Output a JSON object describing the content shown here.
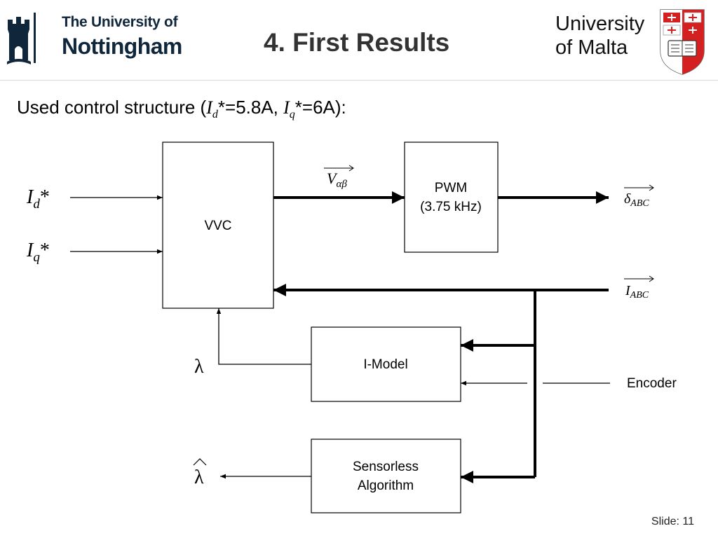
{
  "header": {
    "left_logo": {
      "line1": "The University of",
      "line2": "Nottingham"
    },
    "title": "4. First Results",
    "right_logo": {
      "line1": "University",
      "line2": "of Malta"
    }
  },
  "subtitle": {
    "prefix": "Used control structure (",
    "id_symbol": "I",
    "id_sub": "d",
    "id_value": "*=5.8A, ",
    "iq_symbol": "I",
    "iq_sub": "q",
    "iq_value": "*=6A):"
  },
  "diagram": {
    "inputs": {
      "id_ref": {
        "symbol": "I",
        "sub": "d",
        "sup": "*"
      },
      "iq_ref": {
        "symbol": "I",
        "sub": "q",
        "sup": "*"
      }
    },
    "blocks": {
      "vvc": "VVC",
      "pwm_line1": "PWM",
      "pwm_line2": "(3.75 kHz)",
      "imodel": "I-Model",
      "sensorless_line1": "Sensorless",
      "sensorless_line2": "Algorithm"
    },
    "signals": {
      "v_alpha_beta": {
        "symbol": "V",
        "sub": "αβ"
      },
      "delta_abc": {
        "symbol": "δ",
        "sub": "ABC"
      },
      "i_abc": {
        "symbol": "I",
        "sub": "ABC"
      },
      "lambda": "λ",
      "lambda_hat": "λ",
      "encoder": "Encoder"
    },
    "colors": {
      "line": "#000000",
      "box_fill": "#ffffff"
    }
  },
  "footer": {
    "slide_label": "Slide: 11"
  }
}
